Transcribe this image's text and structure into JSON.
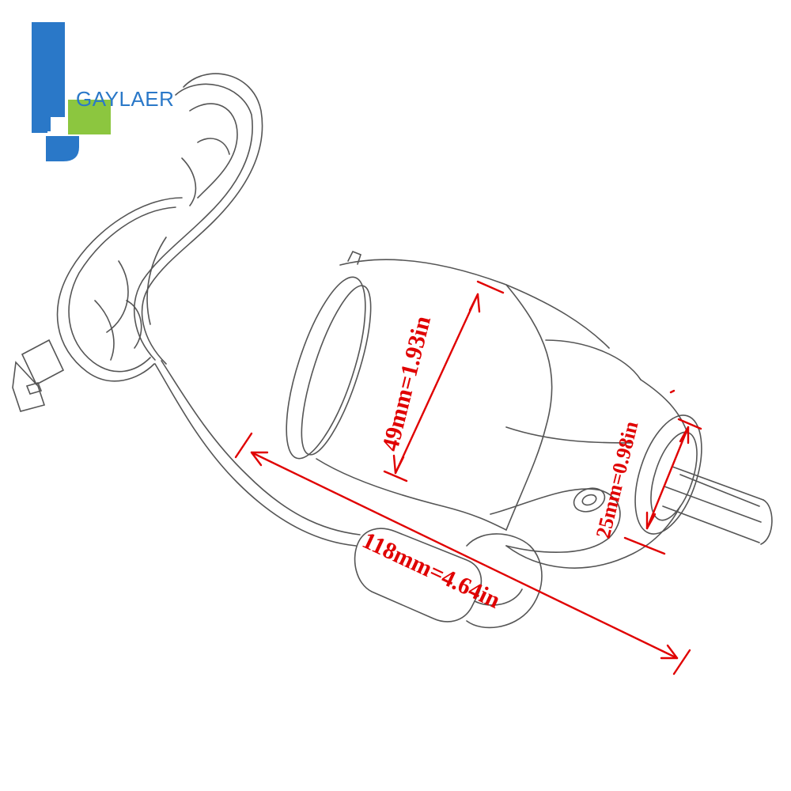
{
  "brand": {
    "name": "GAYLAER",
    "colors": {
      "blue": "#2a78c8",
      "green": "#8cc63f"
    }
  },
  "dimensions": {
    "height_label": "49mm=1.93in",
    "diameter_label": "25mm=0.98in",
    "length_label": "118mm=4.64in",
    "color": "#e00000"
  }
}
